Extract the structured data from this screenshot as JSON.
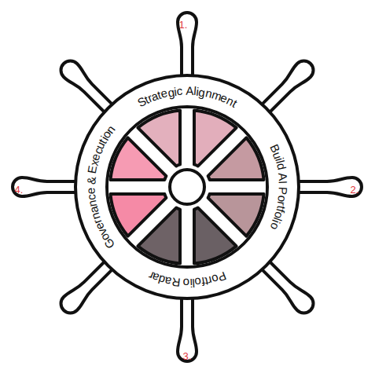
{
  "diagram": {
    "labels": [
      "1.",
      "Strategic Alignment",
      "2.",
      "Build AI Portfolio",
      "3.",
      "Portfolio Radar",
      "4.",
      "Governance & Execution"
    ]
  }
}
